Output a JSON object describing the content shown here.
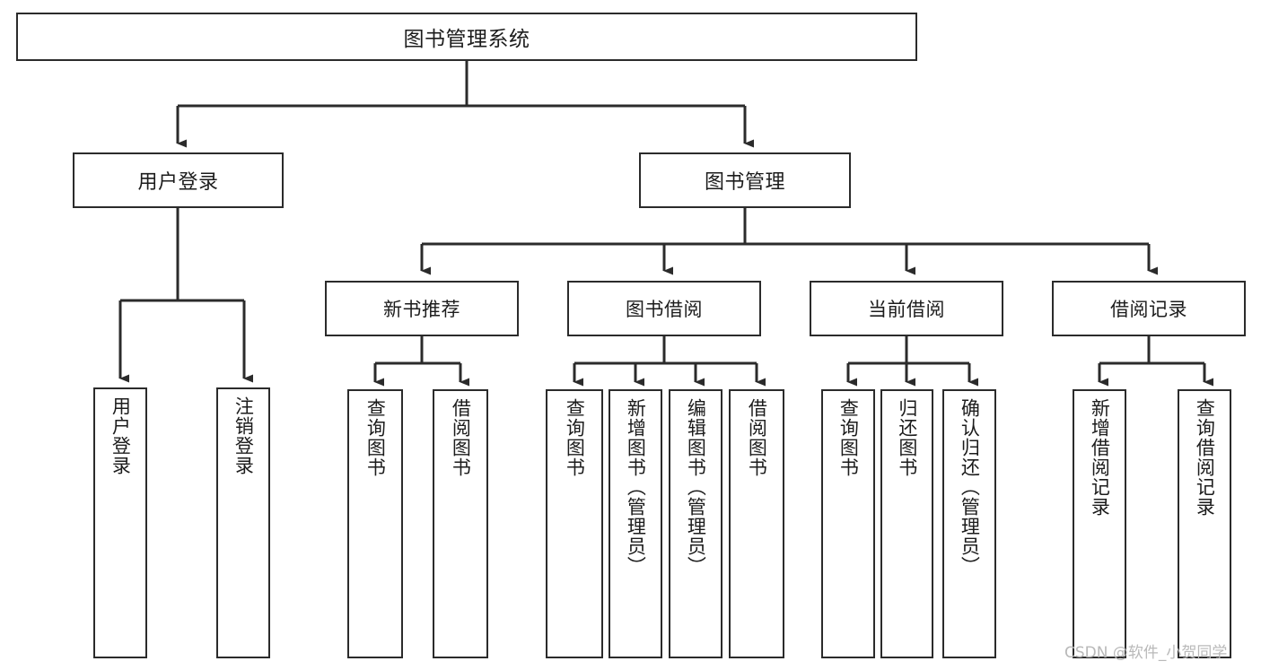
{
  "diagram": {
    "title": "图书管理系统",
    "type": "tree",
    "orientation": "top-down",
    "colors": {
      "box_border": "#2b2b2b",
      "box_fill": "#ffffff",
      "connector": "#2b2b2b",
      "text": "#1c1c1c",
      "watermark": "#b9b9b9"
    },
    "root": {
      "label": "图书管理系统"
    },
    "level2": [
      {
        "label": "用户登录"
      },
      {
        "label": "图书管理"
      }
    ],
    "level3": [
      {
        "label": "新书推荐"
      },
      {
        "label": "图书借阅"
      },
      {
        "label": "当前借阅"
      },
      {
        "label": "借阅记录"
      }
    ],
    "leaves": {
      "user_login": [
        {
          "label": "用户登录"
        },
        {
          "label": "注销登录"
        }
      ],
      "new_book_recommend": [
        {
          "label": "查询图书"
        },
        {
          "label": "借阅图书"
        }
      ],
      "book_borrow": [
        {
          "label": "查询图书"
        },
        {
          "label": "新增图书（管理员）"
        },
        {
          "label": "编辑图书（管理员）"
        },
        {
          "label": "借阅图书"
        }
      ],
      "current_borrow": [
        {
          "label": "查询图书"
        },
        {
          "label": "归还图书"
        },
        {
          "label": "确认归还（管理员）"
        }
      ],
      "borrow_record": [
        {
          "label": "新增借阅记录"
        },
        {
          "label": "查询借阅记录"
        }
      ]
    },
    "watermark": "CSDN @软件_小贺同学"
  }
}
